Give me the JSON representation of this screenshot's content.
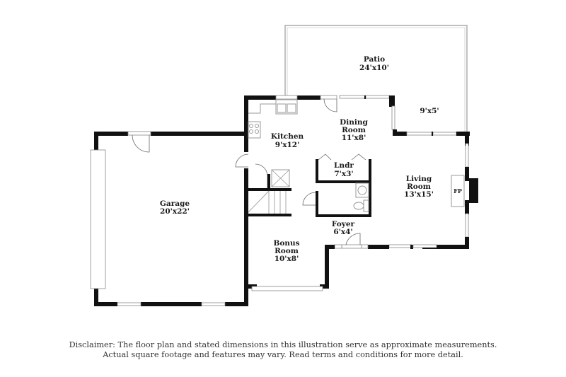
{
  "floorplan": {
    "rooms": [
      {
        "id": "patio",
        "name": "Patio",
        "dims": "24'x10'"
      },
      {
        "id": "deck",
        "name": "",
        "dims": "9'x5'"
      },
      {
        "id": "kitchen",
        "name": "Kitchen",
        "dims": "9'x12'"
      },
      {
        "id": "dining",
        "name_line1": "Dining",
        "name_line2": "Room",
        "dims": "11'x8'"
      },
      {
        "id": "laundry",
        "name": "Lndr",
        "dims": "7'x3'"
      },
      {
        "id": "living",
        "name_line1": "Living",
        "name_line2": "Room",
        "dims": "13'x15'"
      },
      {
        "id": "garage",
        "name": "Garage",
        "dims": "20'x22'"
      },
      {
        "id": "bonus",
        "name_line1": "Bonus",
        "name_line2": "Room",
        "dims": "10'x8'"
      },
      {
        "id": "foyer",
        "name": "Foyer",
        "dims": "6'x4'"
      }
    ],
    "fixtures": {
      "fireplace": "FP"
    }
  },
  "disclaimer": {
    "line1": "Disclaimer: The floor plan and stated dimensions in this illustration serve as approximate measurements.",
    "line2": "Actual square footage and features may vary. Read terms and conditions for more detail."
  }
}
